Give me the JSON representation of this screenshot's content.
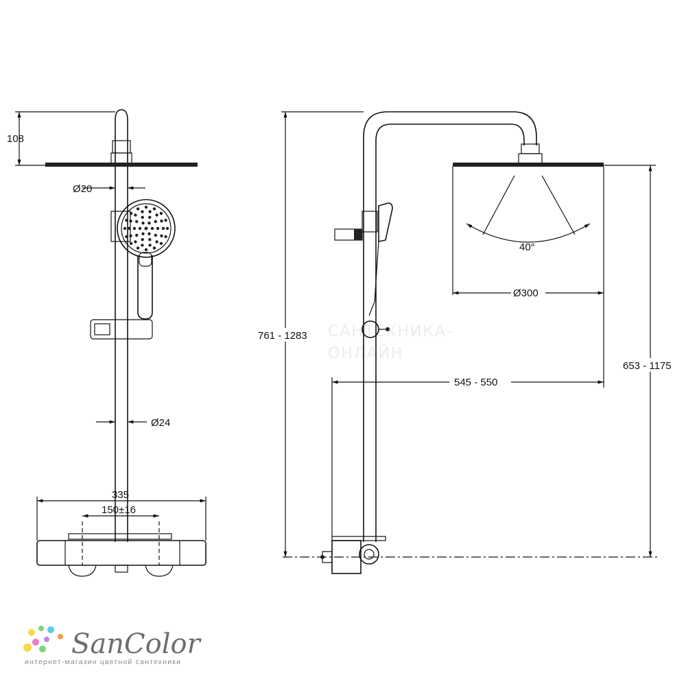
{
  "dimensions": {
    "head_height": "108",
    "arm_diameter": "Ø20",
    "riser_diameter": "Ø24",
    "mixer_width": "335",
    "inlet_spacing": "150±16",
    "total_height": "761 - 1283",
    "head_diameter": "Ø300",
    "spray_angle": "40°",
    "arm_reach": "545 - 550",
    "head_clearance": "653 - 1175"
  },
  "watermark": {
    "line1": "САНТЕХНИКА-",
    "line2": "ОНЛАЙН"
  },
  "logo": {
    "name": "SanColor",
    "tagline": "интернет-магазин цветной сантехники",
    "dot_colors": [
      "#f6d84a",
      "#7fd37c",
      "#5ec8e8",
      "#e87cc0",
      "#b48be0",
      "#f29d4b"
    ]
  }
}
